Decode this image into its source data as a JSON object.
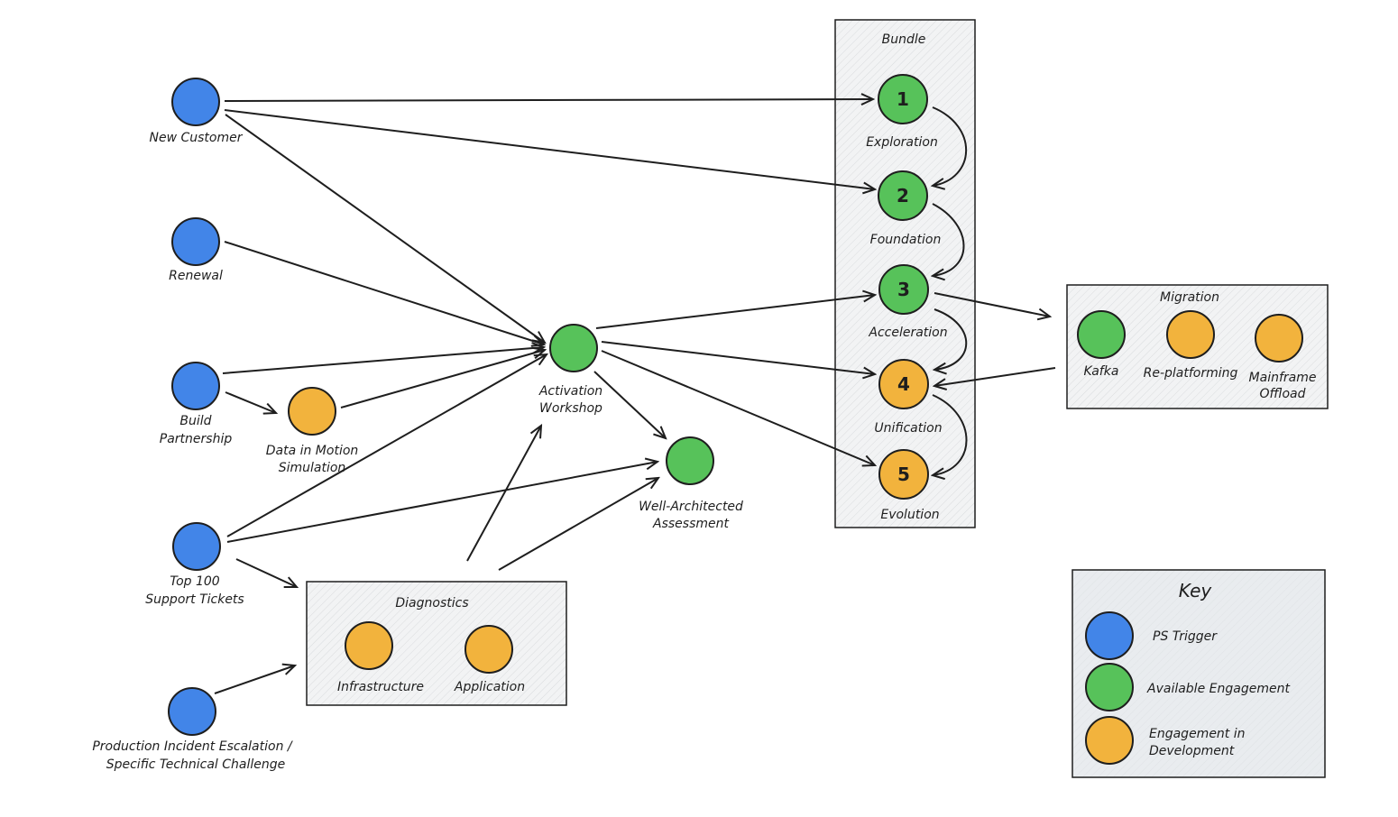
{
  "colors": {
    "trigger": "#4285e8",
    "available": "#57c25a",
    "development": "#f2b33d"
  },
  "triggers": {
    "new_customer": "New Customer",
    "renewal": "Renewal",
    "build_partnership": [
      "Build",
      "Partnership"
    ],
    "top_100": [
      "Top 100",
      "Support Tickets"
    ],
    "production_incident": [
      "Production Incident Escalation /",
      "Specific Technical Challenge"
    ]
  },
  "engagements": {
    "data_in_motion": [
      "Data in Motion",
      "Simulation"
    ],
    "activation_workshop": [
      "Activation",
      "Workshop"
    ],
    "well_architected": [
      "Well-Architected",
      "Assessment"
    ]
  },
  "bundle": {
    "title": "Bundle",
    "items": [
      {
        "number": "1",
        "label": "Exploration"
      },
      {
        "number": "2",
        "label": "Foundation"
      },
      {
        "number": "3",
        "label": "Acceleration"
      },
      {
        "number": "4",
        "label": "Unification"
      },
      {
        "number": "5",
        "label": "Evolution"
      }
    ]
  },
  "migration": {
    "title": "Migration",
    "items": [
      "Kafka",
      "Re-platforming",
      [
        "Mainframe",
        "Offload"
      ]
    ]
  },
  "diagnostics": {
    "title": "Diagnostics",
    "items": [
      "Infrastructure",
      "Application"
    ]
  },
  "key": {
    "title": "Key",
    "items": [
      "PS Trigger",
      "Available Engagement",
      [
        "Engagement in",
        "Development"
      ]
    ]
  }
}
